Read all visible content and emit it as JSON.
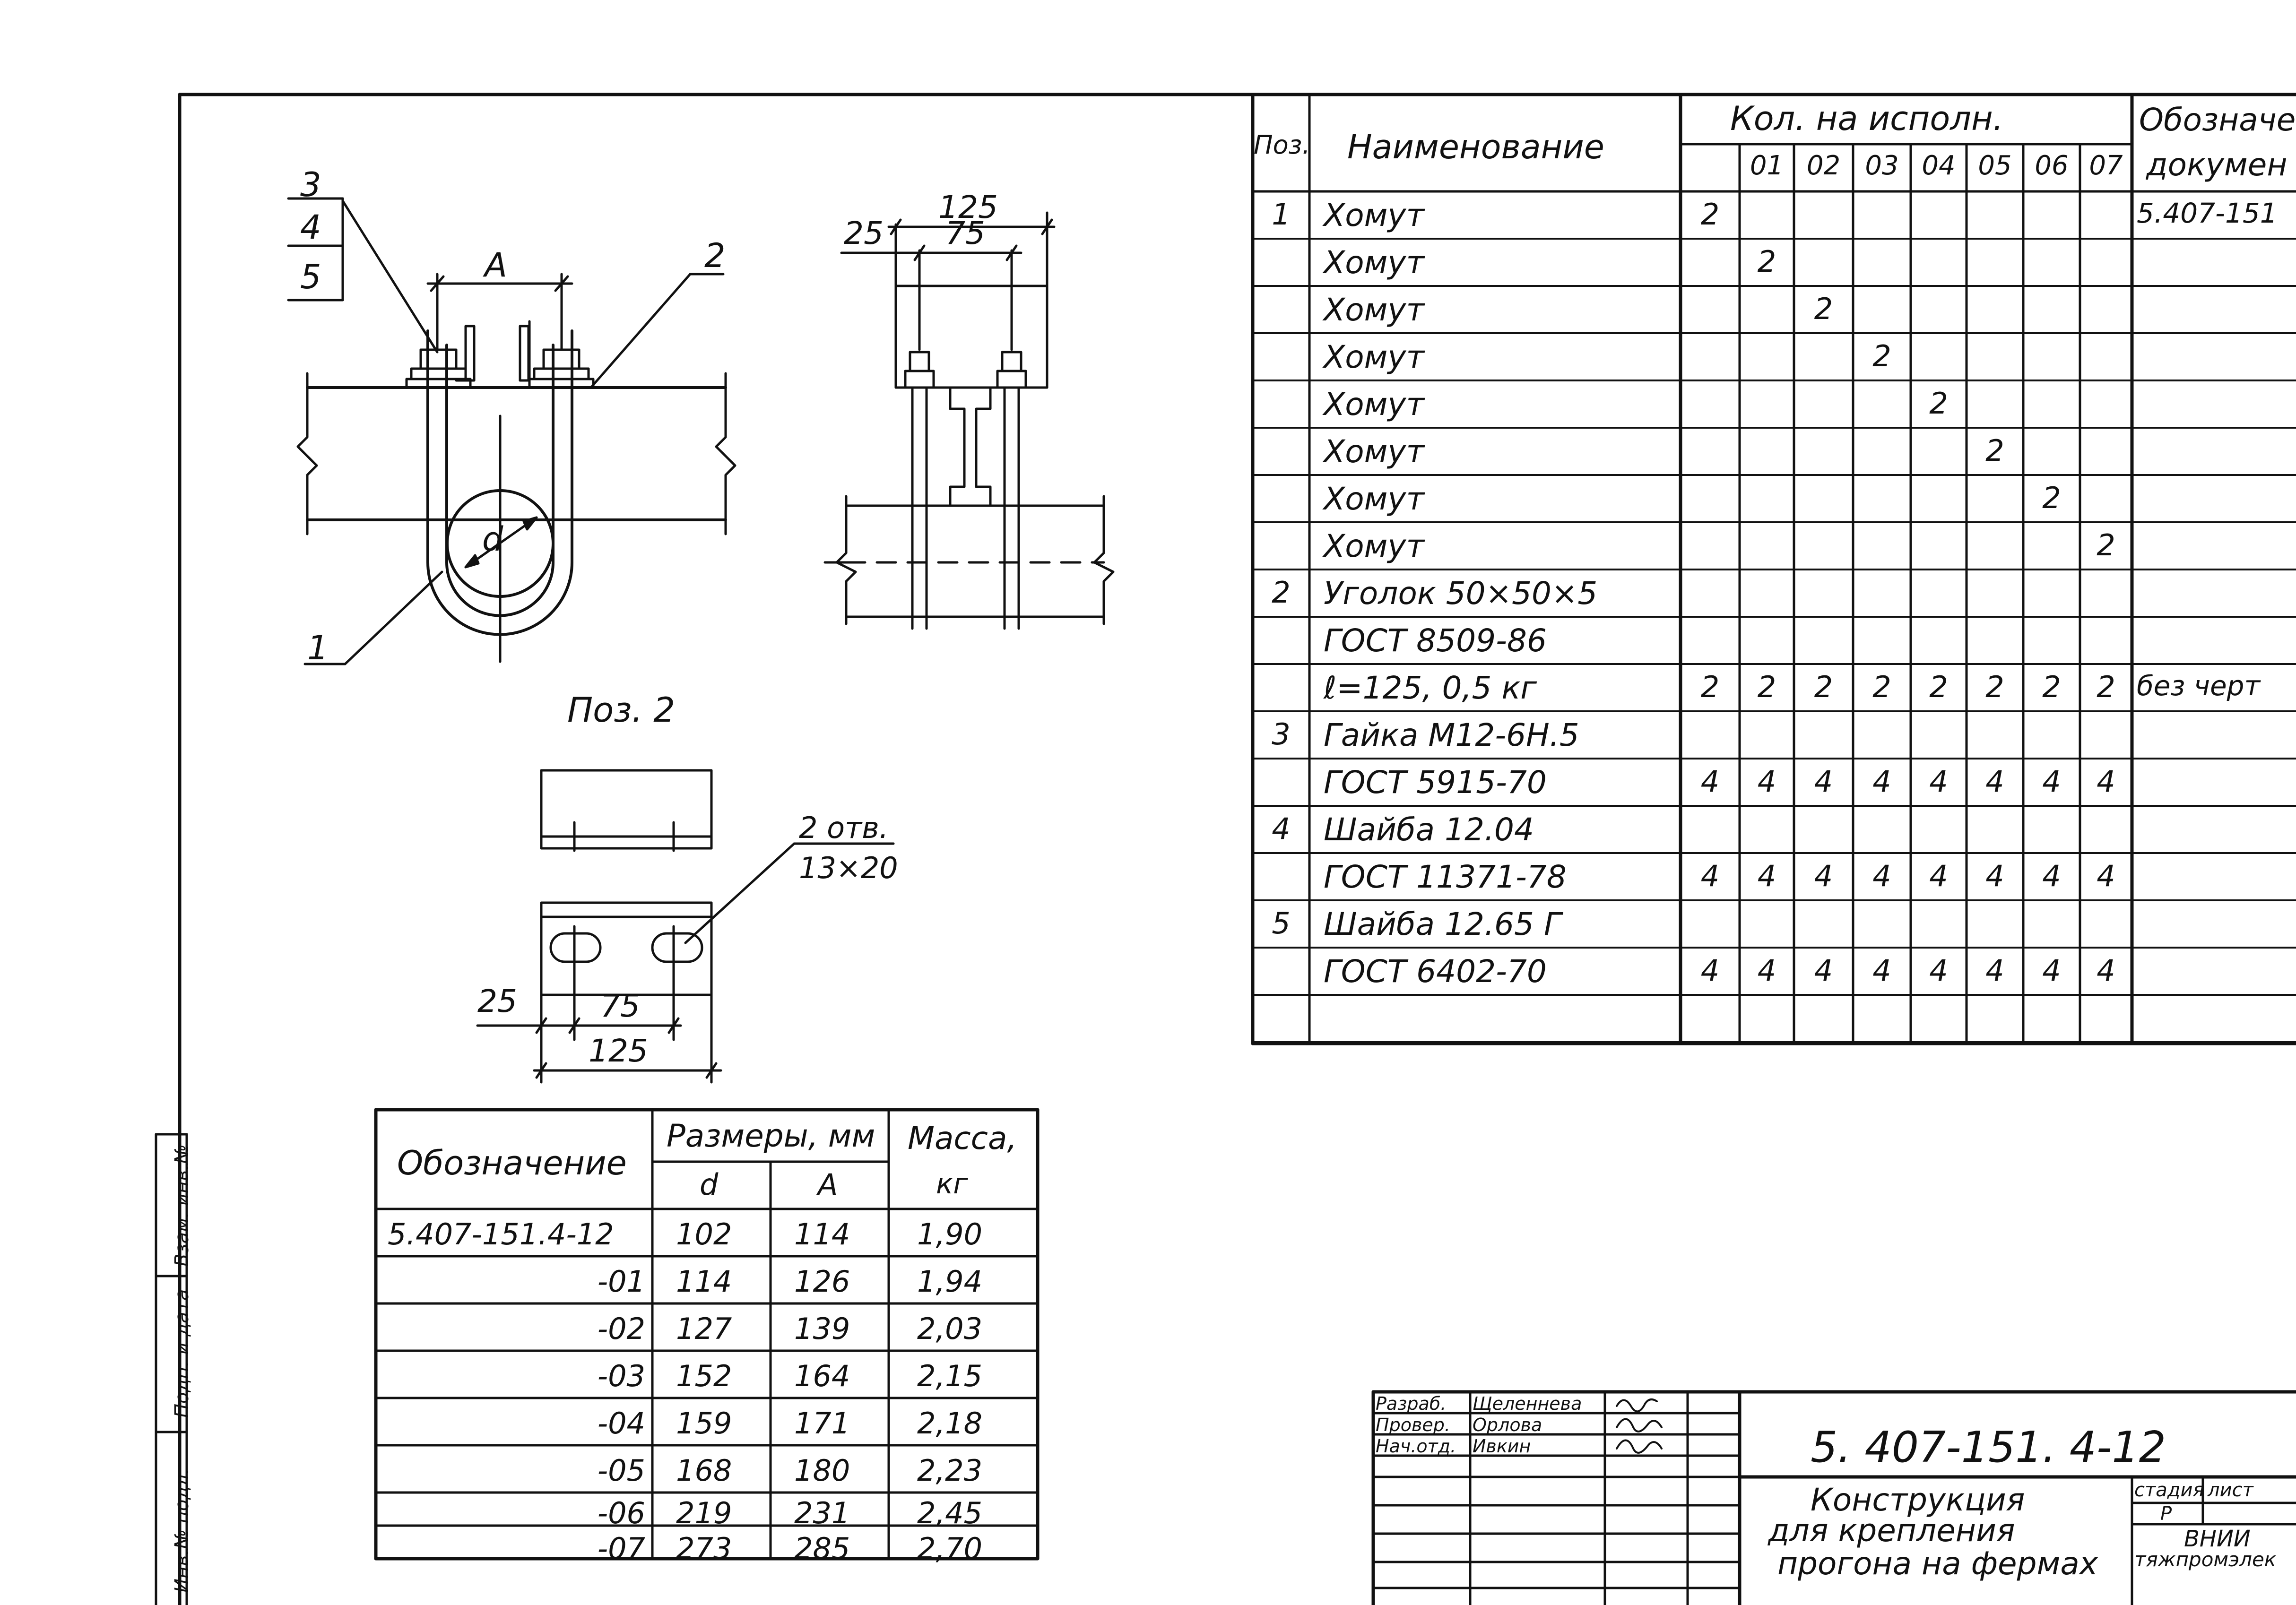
{
  "drawing": {
    "left_view_labels": {
      "callout_3": "3",
      "callout_4": "4",
      "callout_5": "5",
      "pos_2": "2",
      "pos_1": "1",
      "dim_A": "A",
      "dim_d": "d"
    },
    "right_view_dims": {
      "overall": "125",
      "offset": "25",
      "spacing": "75"
    },
    "pos2_title": "Поз. 2",
    "pos2_hole_note": "2 отв.",
    "pos2_hole_size": "13×20",
    "pos2_dims": {
      "left": "25",
      "spacing": "75",
      "overall": "125"
    }
  },
  "spec_table": {
    "header_pos": "Поз.",
    "header_name": "Наименование",
    "header_qty": "Кол. на исполн.",
    "header_doc_line1": "Обозначе",
    "header_doc_line2": "докумен",
    "variants": [
      "",
      "01",
      "02",
      "03",
      "04",
      "05",
      "06",
      "07"
    ],
    "rows": [
      {
        "pos": "1",
        "name": "Хомут",
        "q": [
          "2",
          "",
          "",
          "",
          "",
          "",
          "",
          ""
        ],
        "doc": "5.407-151"
      },
      {
        "pos": "",
        "name": "Хомут",
        "q": [
          "",
          "2",
          "",
          "",
          "",
          "",
          "",
          ""
        ],
        "doc": ""
      },
      {
        "pos": "",
        "name": "Хомут",
        "q": [
          "",
          "",
          "2",
          "",
          "",
          "",
          "",
          ""
        ],
        "doc": ""
      },
      {
        "pos": "",
        "name": "Хомут",
        "q": [
          "",
          "",
          "",
          "2",
          "",
          "",
          "",
          ""
        ],
        "doc": ""
      },
      {
        "pos": "",
        "name": "Хомут",
        "q": [
          "",
          "",
          "",
          "",
          "2",
          "",
          "",
          ""
        ],
        "doc": ""
      },
      {
        "pos": "",
        "name": "Хомут",
        "q": [
          "",
          "",
          "",
          "",
          "",
          "2",
          "",
          ""
        ],
        "doc": ""
      },
      {
        "pos": "",
        "name": "Хомут",
        "q": [
          "",
          "",
          "",
          "",
          "",
          "",
          "2",
          ""
        ],
        "doc": ""
      },
      {
        "pos": "",
        "name": "Хомут",
        "q": [
          "",
          "",
          "",
          "",
          "",
          "",
          "",
          "2"
        ],
        "doc": ""
      },
      {
        "pos": "2",
        "name": "Уголок 50×50×5",
        "q": [
          "",
          "",
          "",
          "",
          "",
          "",
          "",
          ""
        ],
        "doc": ""
      },
      {
        "pos": "",
        "name": "ГОСТ 8509-86",
        "q": [
          "",
          "",
          "",
          "",
          "",
          "",
          "",
          ""
        ],
        "doc": ""
      },
      {
        "pos": "",
        "name": "ℓ=125,   0,5 кг",
        "q": [
          "2",
          "2",
          "2",
          "2",
          "2",
          "2",
          "2",
          "2"
        ],
        "doc": "без черт"
      },
      {
        "pos": "3",
        "name": "Гайка М12-6Н.5",
        "q": [
          "",
          "",
          "",
          "",
          "",
          "",
          "",
          ""
        ],
        "doc": ""
      },
      {
        "pos": "",
        "name": "ГОСТ 5915-70",
        "q": [
          "4",
          "4",
          "4",
          "4",
          "4",
          "4",
          "4",
          "4"
        ],
        "doc": ""
      },
      {
        "pos": "4",
        "name": "Шайба 12.04",
        "q": [
          "",
          "",
          "",
          "",
          "",
          "",
          "",
          ""
        ],
        "doc": ""
      },
      {
        "pos": "",
        "name": "ГОСТ 11371-78",
        "q": [
          "4",
          "4",
          "4",
          "4",
          "4",
          "4",
          "4",
          "4"
        ],
        "doc": ""
      },
      {
        "pos": "5",
        "name": "Шайба 12.65 Г",
        "q": [
          "",
          "",
          "",
          "",
          "",
          "",
          "",
          ""
        ],
        "doc": ""
      },
      {
        "pos": "",
        "name": "ГОСТ 6402-70",
        "q": [
          "4",
          "4",
          "4",
          "4",
          "4",
          "4",
          "4",
          "4"
        ],
        "doc": ""
      },
      {
        "pos": "",
        "name": "",
        "q": [
          "",
          "",
          "",
          "",
          "",
          "",
          "",
          ""
        ],
        "doc": ""
      }
    ]
  },
  "dims_table": {
    "header_designation": "Обозначение",
    "header_sizes": "Размеры, мм",
    "header_d": "d",
    "header_A": "A",
    "header_mass_line1": "Масса,",
    "header_mass_line2": "кг",
    "rows": [
      {
        "designation": "5.407-151.4-12",
        "d": "102",
        "A": "114",
        "mass": "1,90"
      },
      {
        "designation": "-01",
        "d": "114",
        "A": "126",
        "mass": "1,94"
      },
      {
        "designation": "-02",
        "d": "127",
        "A": "139",
        "mass": "2,03"
      },
      {
        "designation": "-03",
        "d": "152",
        "A": "164",
        "mass": "2,15"
      },
      {
        "designation": "-04",
        "d": "159",
        "A": "171",
        "mass": "2,18"
      },
      {
        "designation": "-05",
        "d": "168",
        "A": "180",
        "mass": "2,23"
      },
      {
        "designation": "-06",
        "d": "219",
        "A": "231",
        "mass": "2,45"
      },
      {
        "designation": "-07",
        "d": "273",
        "A": "285",
        "mass": "2,70"
      }
    ]
  },
  "title_block": {
    "roles": [
      "Разраб.",
      "Провер.",
      "Нач.отд."
    ],
    "names": [
      "Щеленнева",
      "Орлова",
      "Ивкин"
    ],
    "document_code": "5. 407-151. 4-12",
    "title_lines": [
      "Конструкция",
      "для крепления",
      "прогона на фермах"
    ],
    "stage_label": "стадия",
    "sheet_label": "лист",
    "stage_value": "Р",
    "org_lines": [
      "ВНИИ",
      "тяжпромэлек"
    ]
  },
  "side_stamp": {
    "items": [
      "Инв.№ подл.",
      "Подп. и дата",
      "Взам. инв.№"
    ]
  }
}
